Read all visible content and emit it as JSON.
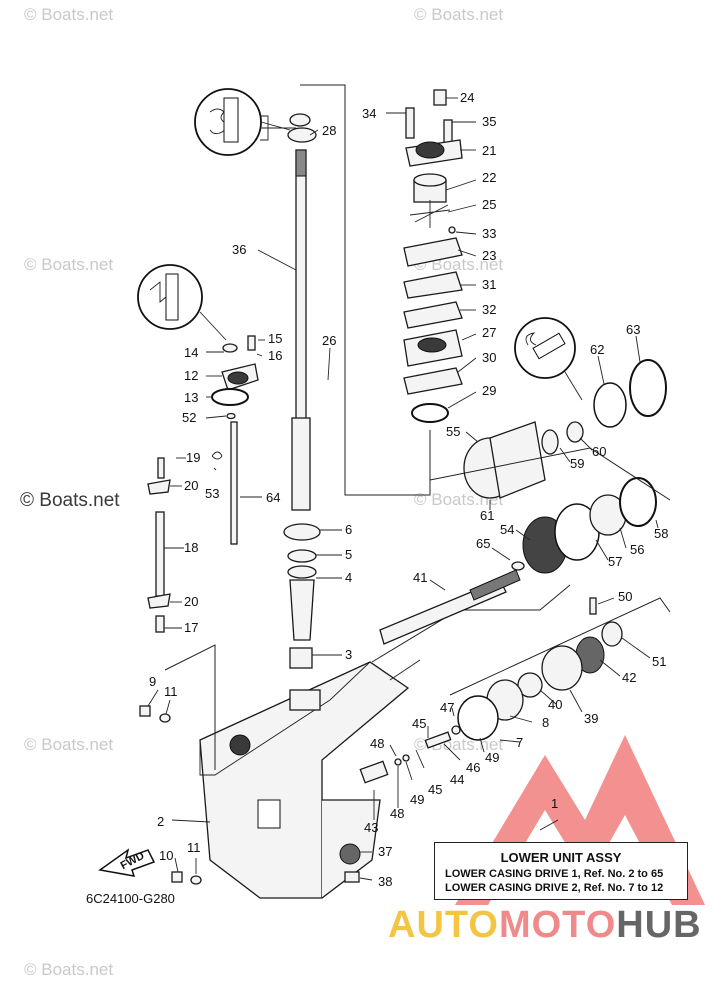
{
  "watermarks": [
    "© Boats.net",
    "© Boats.net",
    "© Boats.net",
    "© Boats.net",
    "© Boats.net",
    "© Boats.net",
    "© Boats.net",
    "© Boats.net"
  ],
  "watermark_dark": "© Boats.net",
  "callouts": [
    "1",
    "2",
    "3",
    "4",
    "5",
    "6",
    "7",
    "8",
    "9",
    "10",
    "11",
    "11",
    "12",
    "13",
    "14",
    "15",
    "16",
    "17",
    "18",
    "19",
    "20",
    "20",
    "21",
    "22",
    "23",
    "24",
    "25",
    "26",
    "27",
    "28",
    "29",
    "30",
    "31",
    "32",
    "33",
    "34",
    "35",
    "36",
    "37",
    "38",
    "39",
    "40",
    "41",
    "42",
    "43",
    "44",
    "45",
    "45",
    "46",
    "47",
    "48",
    "48",
    "49",
    "49",
    "50",
    "51",
    "52",
    "53",
    "54",
    "55",
    "56",
    "57",
    "58",
    "59",
    "60",
    "61",
    "62",
    "63",
    "64",
    "65"
  ],
  "diagram_code": "6C24100-G280",
  "fwd_label": "FWD",
  "spec_box": {
    "title": "LOWER UNIT ASSY",
    "line1": "LOWER CASING DRIVE 1,  Ref. No. 2 to 65",
    "line2": "LOWER CASING DRIVE 2,  Ref. No. 7 to 12"
  },
  "brand": {
    "part1": "AUTO",
    "part2": "MOTO",
    "part3": "HUB"
  },
  "colors": {
    "brand_yellow": "#f4c542",
    "brand_pink": "#f08a8a",
    "brand_gray": "#666666",
    "logo_red": "#ef6b6b"
  }
}
